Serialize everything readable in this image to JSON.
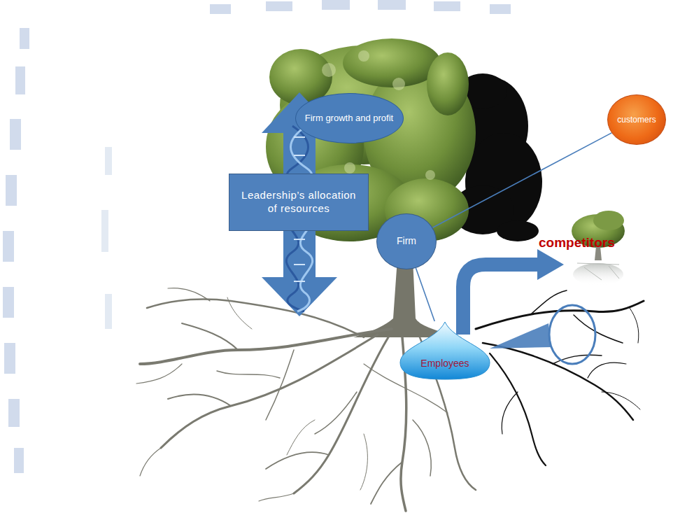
{
  "diagram": {
    "nodes": [
      {
        "text": [
          "Firm growth and profit"
        ]
      },
      {
        "text": [
          "Leadership’s allocation of resources"
        ]
      },
      {
        "text": [
          "Firm"
        ]
      },
      {
        "text": [
          "customers"
        ]
      },
      {
        "text": [
          "Employees"
        ]
      }
    ],
    "edges": [
      {
        "from": 2,
        "to": 3,
        "arrow": "none"
      },
      {
        "from": 2,
        "to": 4,
        "arrow": "none"
      }
    ],
    "labels": [
      "competitors"
    ]
  }
}
